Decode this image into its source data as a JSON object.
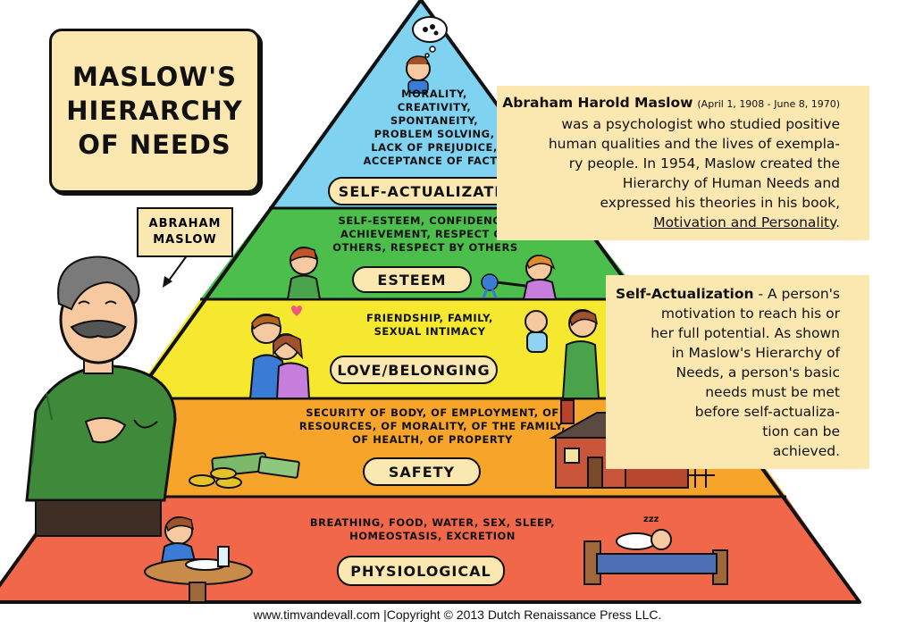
{
  "title": {
    "line1": "MASLOW'S",
    "line2": "HIERARCHY",
    "line3": "OF NEEDS"
  },
  "name_label": {
    "line1": "ABRAHAM",
    "line2": "MASLOW"
  },
  "tiers": [
    {
      "name": "SELF-ACTUALIZATION",
      "items": [
        "MORALITY,",
        "CREATIVITY,",
        "SPONTANEITY,",
        "PROBLEM SOLVING,",
        "LACK OF PREJUDICE,",
        "ACCEPTANCE OF FACTS"
      ],
      "color": "#80d3f0"
    },
    {
      "name": "ESTEEM",
      "items": [
        "SELF-ESTEEM, CONFIDENCE,",
        "ACHIEVEMENT, RESPECT OF",
        "OTHERS, RESPECT BY OTHERS"
      ],
      "color": "#4cbe4c"
    },
    {
      "name": "LOVE/BELONGING",
      "items": [
        "FRIENDSHIP, FAMILY,",
        "SEXUAL INTIMACY"
      ],
      "color": "#f5e82f"
    },
    {
      "name": "SAFETY",
      "items": [
        "SECURITY OF BODY, OF EMPLOYMENT, OF",
        "RESOURCES, OF MORALITY, OF THE FAMILY,",
        "OF HEALTH, OF PROPERTY"
      ],
      "color": "#f6a42a"
    },
    {
      "name": "PHYSIOLOGICAL",
      "items": [
        "BREATHING, FOOD, WATER, SEX, SLEEP,",
        "HOMEOSTASIS, EXCRETION"
      ],
      "color": "#f0674a"
    }
  ],
  "bio": {
    "name": "Abraham Harold Maslow",
    "dates": "(April 1, 1908 - June 8, 1970)",
    "lines": [
      "was a psychologist who studied positive",
      "human qualities and the lives of exempla-",
      "ry people. In 1954, Maslow created the",
      "Hierarchy of Human Needs and",
      "expressed his theories in his book,"
    ],
    "book": "Motivation and Personality",
    "book_end": "."
  },
  "definition": {
    "term": "Self-Actualization",
    "first_line_rest": " - A person's",
    "lines": [
      "motivation to reach his or",
      "her full potential. As shown",
      "in Maslow's Hierarchy of",
      "Needs, a person's basic",
      "needs must be met",
      "before self-actualiza-",
      "tion can be",
      "achieved."
    ]
  },
  "footer": "www.timvandevall.com |Copyright © 2013 Dutch Renaissance Press LLC.",
  "colors": {
    "box": "#fbe7b0",
    "outline": "#111111",
    "background": "#ffffff"
  }
}
